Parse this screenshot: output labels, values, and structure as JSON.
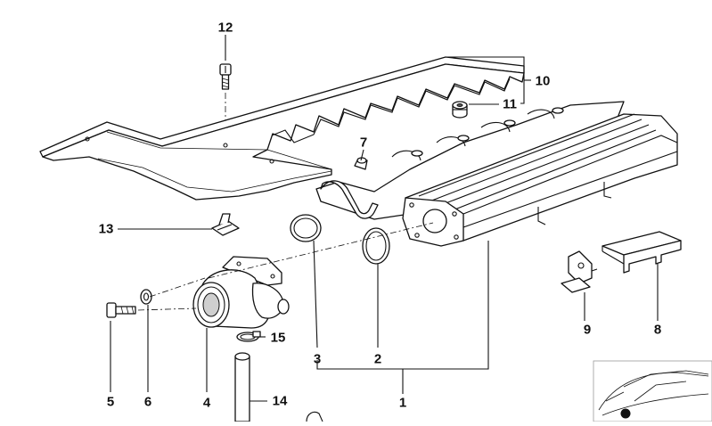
{
  "callouts": [
    {
      "id": "c1",
      "text": "1"
    },
    {
      "id": "c2",
      "text": "2"
    },
    {
      "id": "c3",
      "text": "3"
    },
    {
      "id": "c4",
      "text": "4"
    },
    {
      "id": "c5",
      "text": "5"
    },
    {
      "id": "c6",
      "text": "6"
    },
    {
      "id": "c7",
      "text": "7"
    },
    {
      "id": "c8",
      "text": "8"
    },
    {
      "id": "c9",
      "text": "9"
    },
    {
      "id": "c10",
      "text": "10"
    },
    {
      "id": "c11",
      "text": "11"
    },
    {
      "id": "c12",
      "text": "12"
    },
    {
      "id": "c13",
      "text": "13"
    },
    {
      "id": "c14",
      "text": "14"
    },
    {
      "id": "c15",
      "text": "15"
    }
  ],
  "icons": {
    "vehicle_thumbnail": "car-location-icon"
  }
}
